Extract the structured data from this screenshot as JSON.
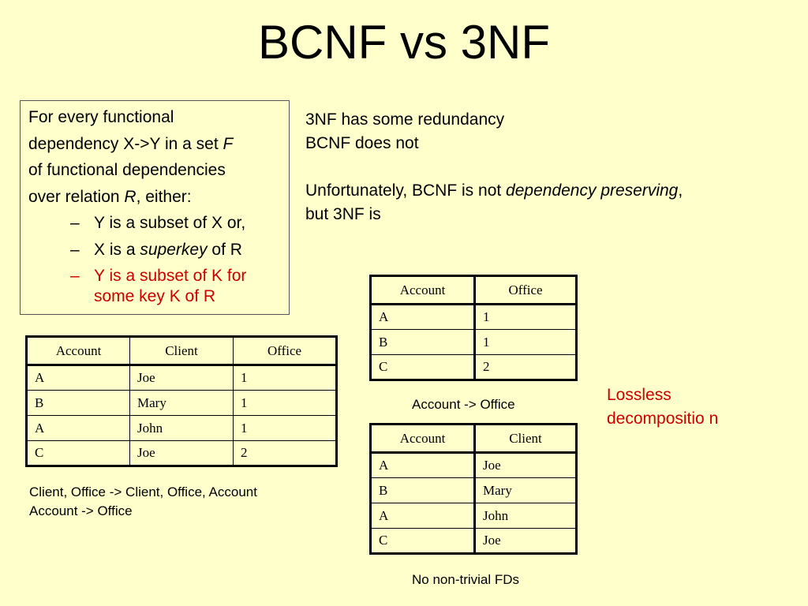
{
  "title": "BCNF vs 3NF",
  "definition": {
    "lines": [
      "For every functional",
      "dependency X->Y in a set ",
      "F",
      "of functional  dependencies",
      "over relation ",
      "R",
      ", either:"
    ],
    "bullets": [
      {
        "dash": "–",
        "text": "Y is a subset of X or,"
      },
      {
        "dash": "–",
        "prefix": "X is a ",
        "emph": "superkey",
        "suffix": " of R"
      },
      {
        "dash": "–",
        "text": "Y is a subset of K for some key K of R"
      }
    ]
  },
  "notes": {
    "line1": "3NF has some redundancy",
    "line2": "BCNF does not",
    "line3_prefix": "Unfortunately, BCNF is not ",
    "line3_emph": "dependency preserving",
    "line3_suffix": ",",
    "line4": "but 3NF is"
  },
  "lossless": "Lossless decompositio n",
  "table1": {
    "headers": [
      "Account",
      "Client",
      "Office"
    ],
    "rows": [
      [
        "A",
        "Joe",
        "1"
      ],
      [
        "B",
        "Mary",
        "1"
      ],
      [
        "A",
        "John",
        "1"
      ],
      [
        "C",
        "Joe",
        "2"
      ]
    ],
    "caption1": "Client, Office -> Client, Office, Account",
    "caption2": "Account -> Office"
  },
  "table2": {
    "headers": [
      "Account",
      "Office"
    ],
    "rows": [
      [
        "A",
        "1"
      ],
      [
        "B",
        "1"
      ],
      [
        "C",
        "2"
      ]
    ],
    "caption": "Account -> Office"
  },
  "table3": {
    "headers": [
      "Account",
      "Client"
    ],
    "rows": [
      [
        "A",
        "Joe"
      ],
      [
        "B",
        "Mary"
      ],
      [
        "A",
        "John"
      ],
      [
        "C",
        "Joe"
      ]
    ],
    "caption": "No non-trivial FDs"
  }
}
